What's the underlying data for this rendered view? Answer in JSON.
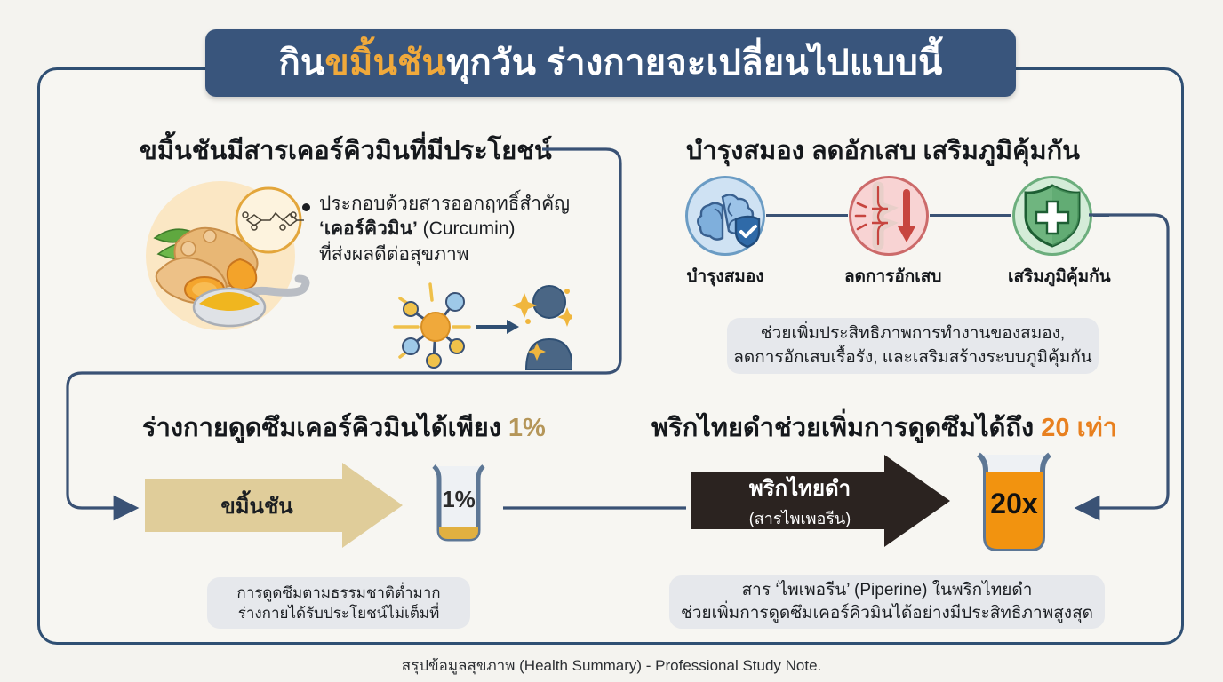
{
  "title": {
    "before": "กิน",
    "highlight": "ขมิ้นชัน",
    "after": "ทุกวัน ร่างกายจะเปลี่ยนไปแบบนี้",
    "highlight_color": "#f0a93b",
    "bar_color": "#39557c"
  },
  "left_top": {
    "heading": "ขมิ้นชันมีสารเคอร์คิวมินที่มีประโยชน์",
    "bullet_line1": "ประกอบด้วยสารออกฤทธิ์สำคัญ",
    "bullet_line2_bold": "‘เคอร์คิวมิน’",
    "bullet_line2_rest": " (Curcumin)",
    "bullet_line3": "ที่ส่งผลดีต่อสุขภาพ"
  },
  "right_top": {
    "heading": "บำรุงสมอง ลดอักเสบ เสริมภูมิคุ้มกัน",
    "benefits": [
      {
        "label": "บำรุงสมอง",
        "icon": "brain-shield-icon",
        "color": "#6b9cc4"
      },
      {
        "label": "ลดการอักเสบ",
        "icon": "joint-down-arrow-icon",
        "color": "#cc6a6a"
      },
      {
        "label": "เสริมภูมิคุ้มกัน",
        "icon": "shield-plus-icon",
        "color": "#6cae7d"
      }
    ],
    "caption_line1": "ช่วยเพิ่มประสิทธิภาพการทำงานของสมอง,",
    "caption_line2": "ลดการอักเสบเรื้อรัง, และเสริมสร้างระบบภูมิคุ้มกัน"
  },
  "left_bottom": {
    "heading_text": "ร่างกายดูดซึมเคอร์คิวมินได้เพียง ",
    "heading_value": "1%",
    "arrow_label": "ขมิ้นชัน",
    "arrow_color": "#e0cd9a",
    "beaker_value": "1%",
    "beaker_fill": "#e0b košt"
  },
  "left_bottom_caption": {
    "line1": "การดูดซึมตามธรรมชาติต่ำมาก",
    "line2": "ร่างกายได้รับประโยชน์ไม่เต็มที่"
  },
  "right_bottom": {
    "heading_text": "พริกไทยดำช่วยเพิ่มการดูดซึมได้ถึง ",
    "heading_value": "20 เท่า",
    "arrow_label_line1": "พริกไทยดำ",
    "arrow_label_line2": "(สารไพเพอรีน)",
    "arrow_color": "#2b2320",
    "beaker_value": "20x",
    "beaker_fill": "#f2930f"
  },
  "right_bottom_caption": {
    "line1": "สาร ‘ไพเพอรีน’ (Piperine) ในพริกไทยดำ",
    "line2": "ช่วยเพิ่มการดูดซึมเคอร์คิวมินได้อย่างมีประสิทธิภาพสูงสุด"
  },
  "footer": "สรุปข้อมูลสุขภาพ (Health Summary) - Professional Study Note.",
  "theme": {
    "background": "#f4f3ef",
    "card_background": "#f7f6f2",
    "border": "#2f4f73",
    "connector": "#3a5275",
    "chip_background": "#e6e8ec"
  }
}
